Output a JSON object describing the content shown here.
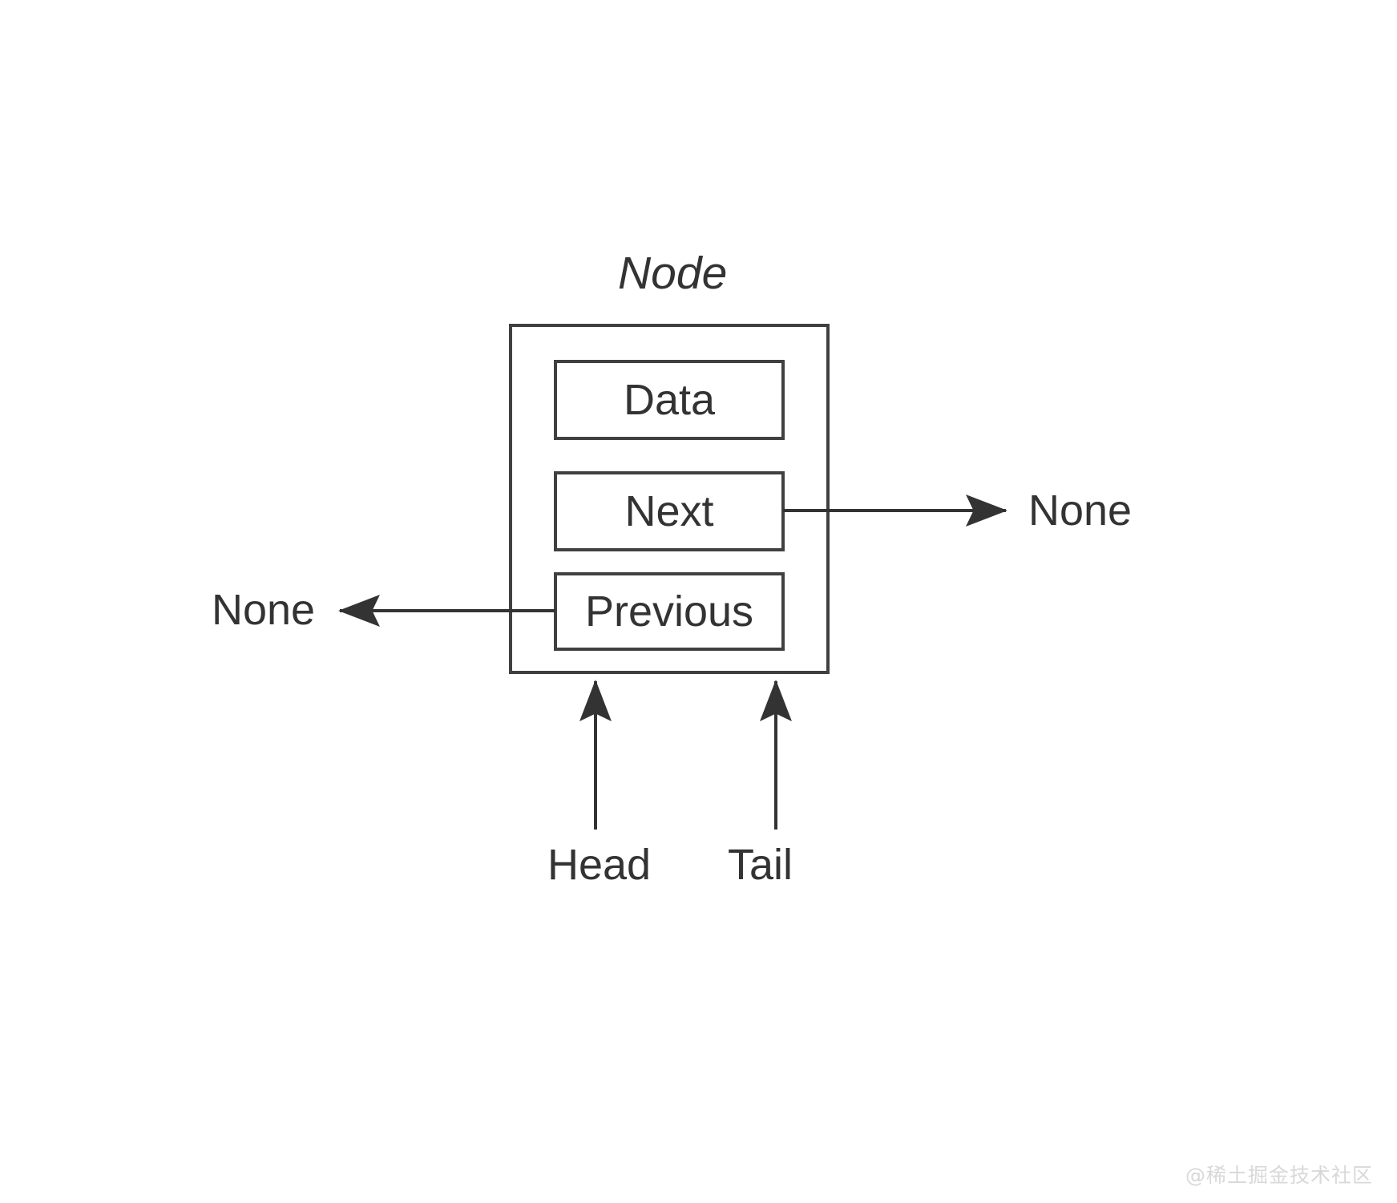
{
  "diagram": {
    "title": "Node",
    "type": "doubly-linked-list-single-node",
    "node_box": {
      "label": "Node",
      "fields": [
        {
          "name": "data",
          "label": "Data"
        },
        {
          "name": "next",
          "label": "Next"
        },
        {
          "name": "previous",
          "label": "Previous"
        }
      ]
    },
    "endpoints": [
      {
        "name": "next-target",
        "label": "None",
        "from": "Next",
        "direction": "right"
      },
      {
        "name": "previous-target",
        "label": "None",
        "from": "Previous",
        "direction": "left"
      }
    ],
    "pointers": [
      {
        "name": "head-pointer",
        "label": "Head",
        "target": "Node",
        "direction": "up"
      },
      {
        "name": "tail-pointer",
        "label": "Tail",
        "target": "Node",
        "direction": "up"
      }
    ],
    "watermark": "@稀土掘金技术社区",
    "colors": {
      "background": "#ffffff",
      "stroke": "#404040",
      "text": "#333333",
      "watermark": "#d8d8d8"
    }
  }
}
